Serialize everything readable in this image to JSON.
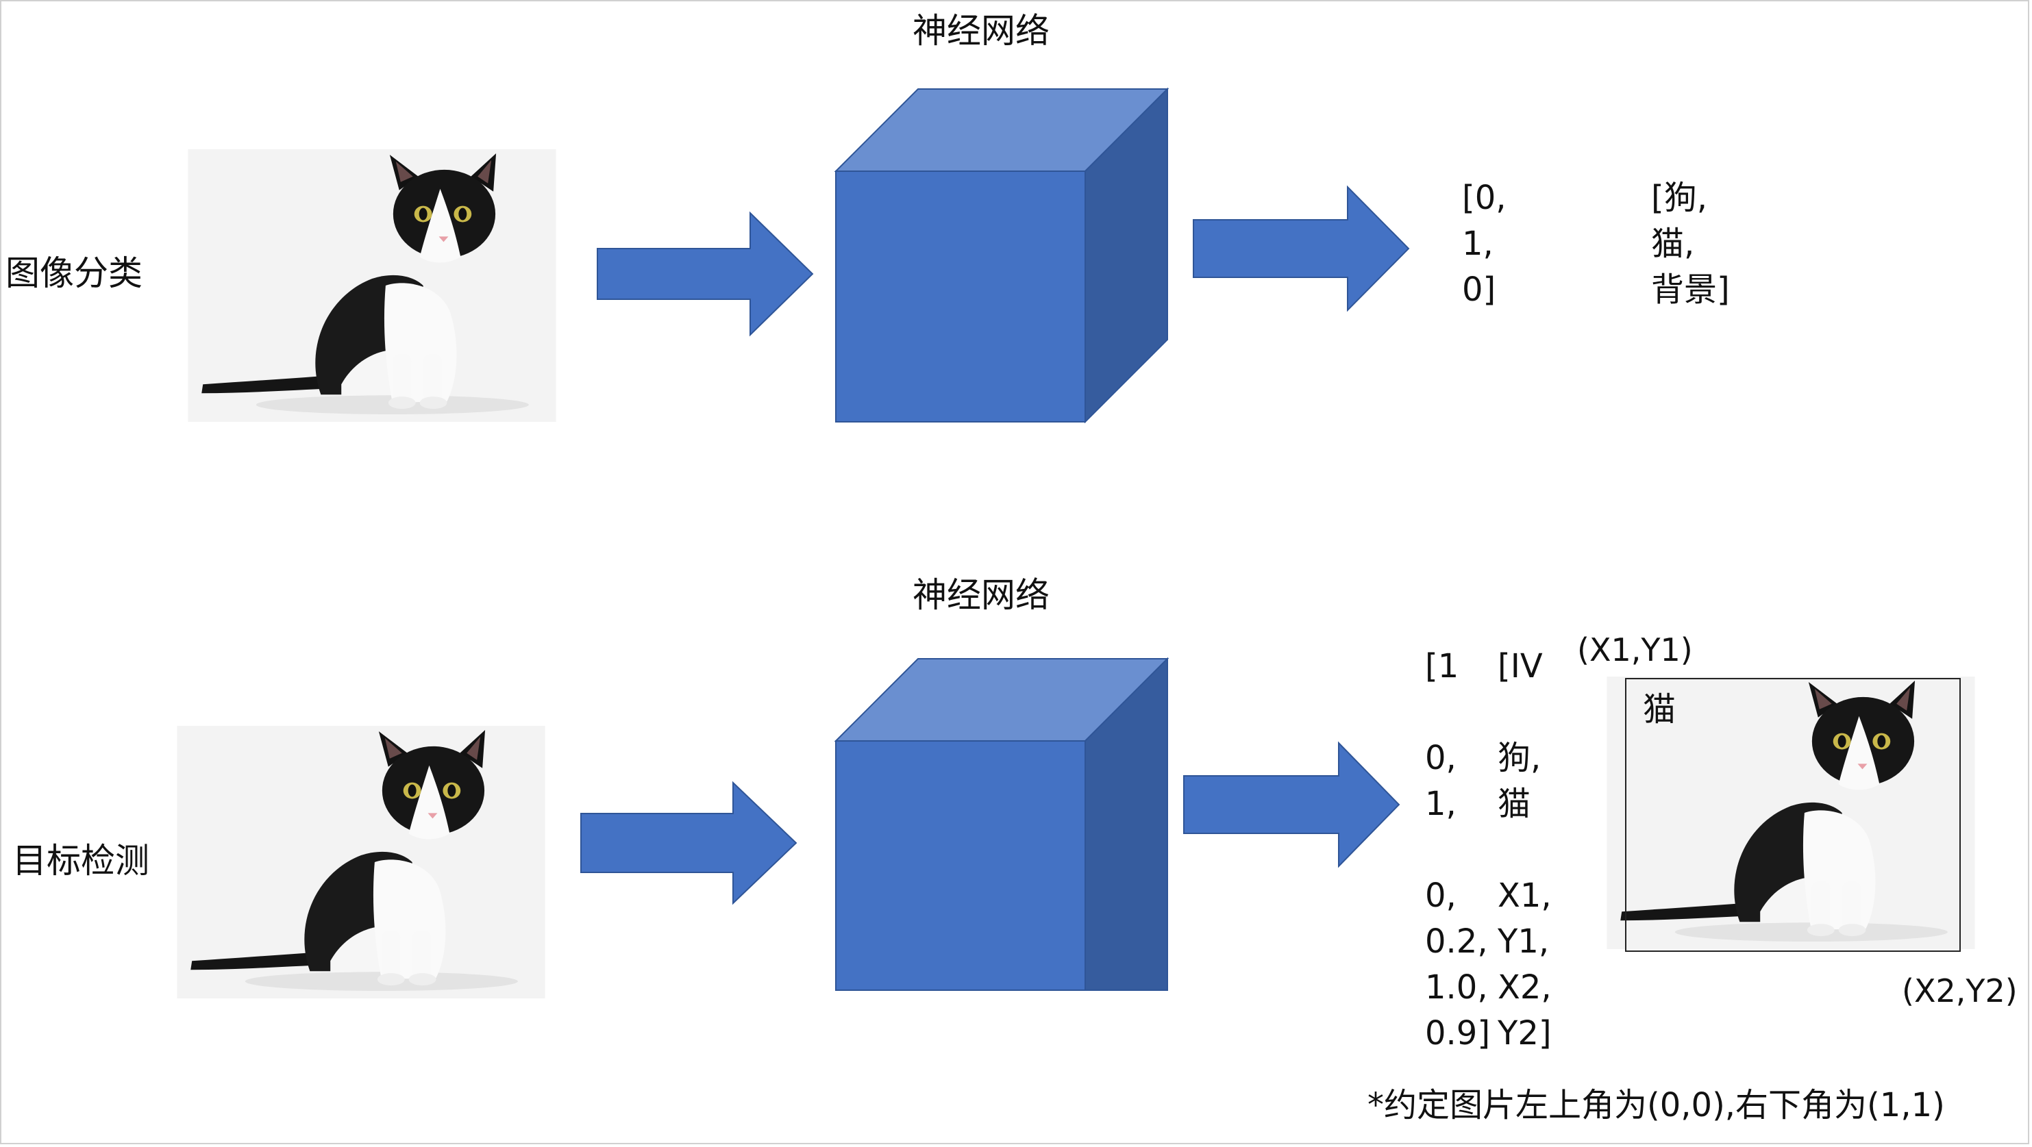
{
  "classification": {
    "label": "图像分类",
    "network_label": "神经网络",
    "output_values": [
      "[0,",
      "1,",
      "0]"
    ],
    "output_classes": [
      "[狗,",
      "猫,",
      "背景]"
    ]
  },
  "detection": {
    "label": "目标检测",
    "network_label": "神经网络",
    "output_values": [
      "[1",
      "",
      "0,",
      "1,",
      "",
      "0,",
      "0.2,",
      "1.0,",
      "0.9]"
    ],
    "output_keys": [
      "[IV",
      "",
      "狗,",
      "猫",
      "",
      "X1,",
      "Y1,",
      "X2,",
      "Y2]"
    ],
    "corner_top_left": "(X1,Y1)",
    "corner_bottom_right": "(X2,Y2)",
    "box_label": "猫"
  },
  "footnote": "*约定图片左上角为(0,0),右下角为(1,1)",
  "colors": {
    "cube_front": "#4472C4",
    "cube_top": "#6A8FD0",
    "cube_side": "#365C9E",
    "arrow": "#4472C4",
    "arrow_stroke": "#2F5597"
  }
}
